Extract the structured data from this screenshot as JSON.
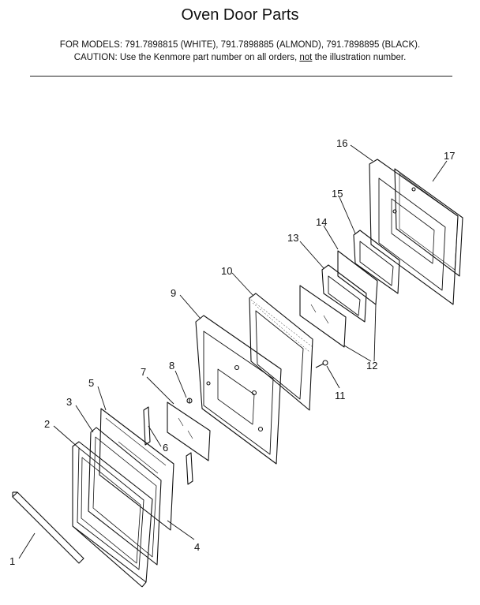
{
  "header": {
    "title": "Oven Door Parts",
    "models": "FOR MODELS: 791.7898815 (WHITE), 791.7898885 (ALMOND), 791.7898895 (BLACK).",
    "caution_prefix": "CAUTION:  Use the Kenmore part number on all orders, ",
    "caution_not": "not",
    "caution_suffix": " the illustration number."
  },
  "callouts": [
    "1",
    "2",
    "3",
    "4",
    "5",
    "6",
    "7",
    "8",
    "9",
    "10",
    "11",
    "12",
    "13",
    "14",
    "15",
    "16",
    "17"
  ],
  "colors": {
    "line": "#111111",
    "background": "#ffffff"
  }
}
